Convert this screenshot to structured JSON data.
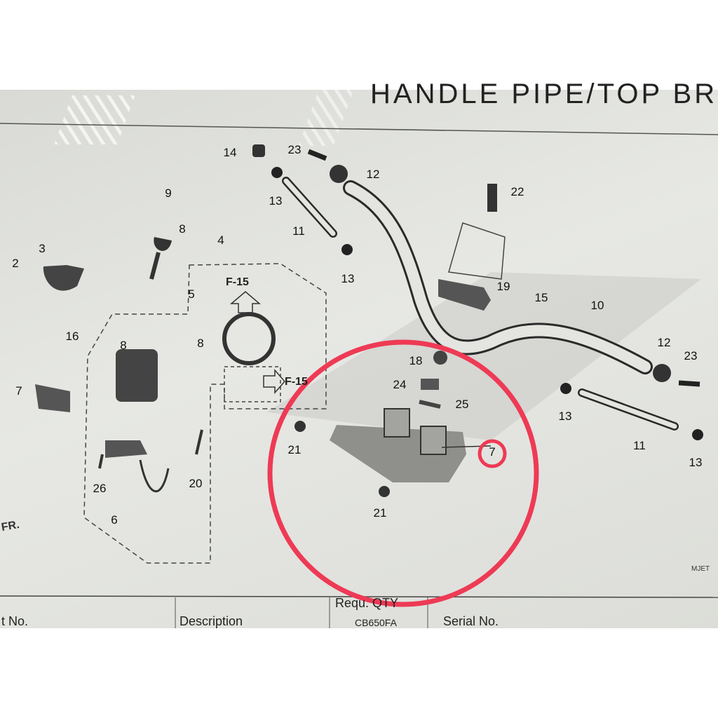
{
  "diagram_title": "HANDLE PIPE/TOP BR",
  "callouts": {
    "c14": "14",
    "c23a": "23",
    "c12a": "12",
    "c13a": "13",
    "c11a": "11",
    "c13b": "13",
    "c22": "22",
    "c9": "9",
    "c8a": "8",
    "c4": "4",
    "c3": "3",
    "c2": "2",
    "c16": "16",
    "c5": "5",
    "c8b": "8",
    "c8c": "8",
    "c19": "19",
    "c15": "15",
    "c10": "10",
    "c7a": "7",
    "c12b": "12",
    "c23b": "23",
    "c18": "18",
    "c24": "24",
    "c25": "25",
    "c13c": "13",
    "c21a": "21",
    "c7b": "7",
    "c11b": "11",
    "c13d": "13",
    "c20": "20",
    "c26": "26",
    "c6": "6",
    "c21b": "21"
  },
  "frame_refs": {
    "f15_top": "F-15",
    "f15_side": "F-15"
  },
  "front_marker": "FR.",
  "drawing_code": "MJET",
  "table_header": {
    "part_no": "t No.",
    "description": "Description",
    "required_qty": "Requ. QTY",
    "model": "CB650FA",
    "serial_no": "Serial No."
  },
  "colors": {
    "highlight_circle": "#ee3a55",
    "ink": "#2a2a2a",
    "paper": "#e4e5e1"
  }
}
